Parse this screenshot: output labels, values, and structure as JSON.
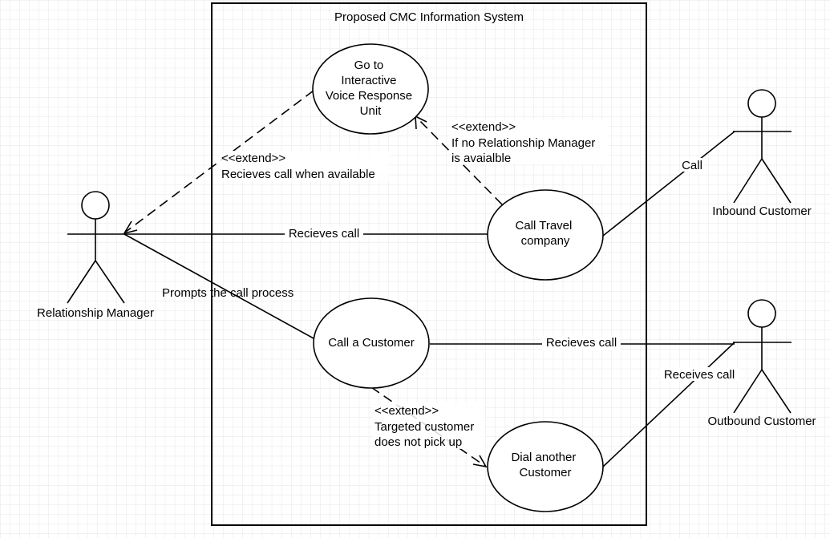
{
  "colors": {
    "grid": "#e3e3e3",
    "stroke": "#000000",
    "background": "#ffffff"
  },
  "system": {
    "title": "Proposed CMC Information System"
  },
  "actors": {
    "relationship_manager": {
      "label": "Relationship Manager"
    },
    "inbound_customer": {
      "label": "Inbound Customer"
    },
    "outbound_customer": {
      "label": "Outbound Customer"
    }
  },
  "use_cases": {
    "ivr": {
      "lines": [
        "Go to",
        "Interactive",
        "Voice Response",
        "Unit"
      ]
    },
    "call_travel": {
      "lines": [
        "Call Travel",
        "company"
      ]
    },
    "call_customer": {
      "lines": [
        "Call a Customer"
      ]
    },
    "dial_another": {
      "lines": [
        "Dial another",
        "Customer"
      ]
    }
  },
  "relations": {
    "rm_receives_call": "Recieves call",
    "rm_prompts": "Prompts the call process",
    "inbound_call": "Call",
    "outbound_receives_call": "Recieves call",
    "outbound_dial_receives": "Receives call",
    "extend_rm": {
      "stereotype": "<<extend>>",
      "note": "Recieves call when available"
    },
    "extend_ivr": {
      "stereotype": "<<extend>>",
      "lines": [
        "If no Relationship Manager",
        "is avaialble"
      ]
    },
    "extend_dial": {
      "stereotype": "<<extend>>",
      "lines": [
        "Targeted customer",
        "does not pick up"
      ]
    }
  }
}
